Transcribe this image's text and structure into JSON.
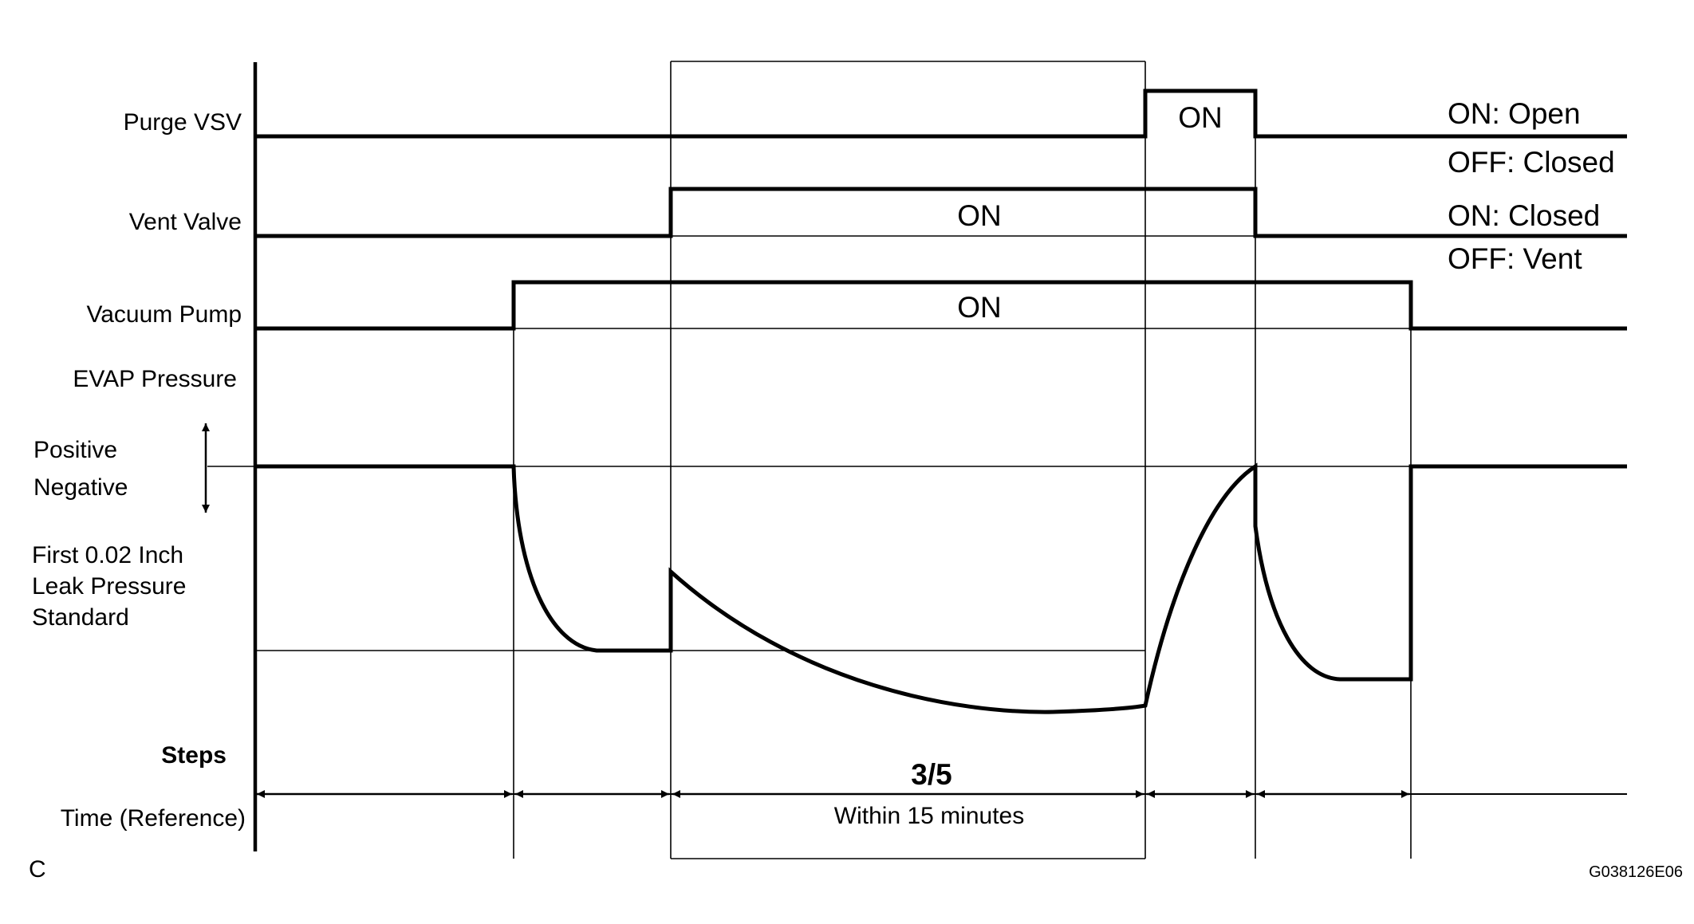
{
  "rows": {
    "purge_vsv": "Purge VSV",
    "vent_valve": "Vent Valve",
    "vacuum_pump": "Vacuum Pump",
    "evap_pressure": "EVAP Pressure",
    "positive": "Positive",
    "negative": "Negative",
    "leak_standard": [
      "First 0.02 Inch",
      "Leak Pressure",
      "Standard"
    ],
    "steps": "Steps",
    "time": "Time (Reference)"
  },
  "signals": {
    "purge_on": "ON",
    "vent_on": "ON",
    "pump_on": "ON"
  },
  "legend": {
    "purge_on": "ON: Open",
    "purge_off": "OFF: Closed",
    "vent_on": "ON: Closed",
    "vent_off": "OFF: Vent"
  },
  "step": {
    "label": "3/5",
    "time": "Within 15 minutes"
  },
  "corner_letter": "C",
  "figure_code": "G038126E06"
}
